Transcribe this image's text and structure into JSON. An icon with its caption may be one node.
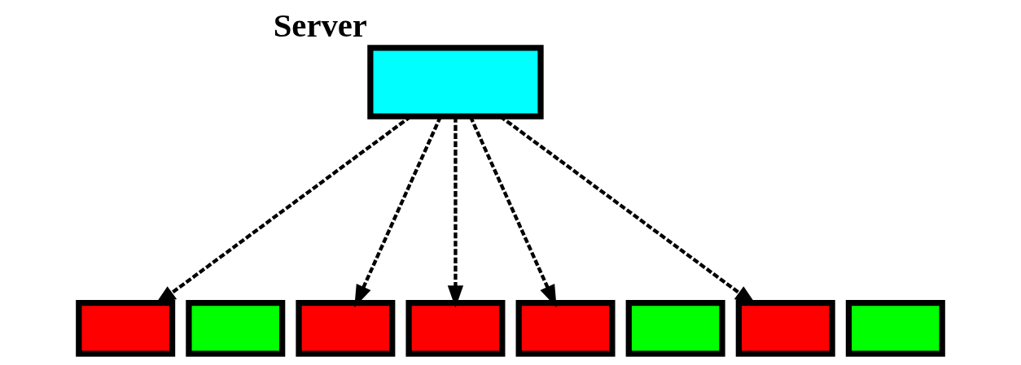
{
  "diagram": {
    "nodes": [
      {
        "text": [],
        "shape": "box",
        "beside": [
          "Server"
        ]
      },
      {
        "text": [],
        "shape": "box"
      },
      {
        "text": [],
        "shape": "box"
      },
      {
        "text": [],
        "shape": "box"
      },
      {
        "text": [],
        "shape": "box"
      },
      {
        "text": [],
        "shape": "box"
      },
      {
        "text": [],
        "shape": "box"
      },
      {
        "text": [],
        "shape": "box"
      },
      {
        "text": [],
        "shape": "box"
      }
    ],
    "edges": [
      {
        "from": 0,
        "to": 1,
        "arrow": "to",
        "style": "dashed"
      },
      {
        "from": 0,
        "to": 3,
        "arrow": "to",
        "style": "dashed"
      },
      {
        "from": 0,
        "to": 4,
        "arrow": "to",
        "style": "dashed"
      },
      {
        "from": 0,
        "to": 5,
        "arrow": "to",
        "style": "dashed"
      },
      {
        "from": 0,
        "to": 7,
        "arrow": "to",
        "style": "dashed"
      }
    ]
  }
}
